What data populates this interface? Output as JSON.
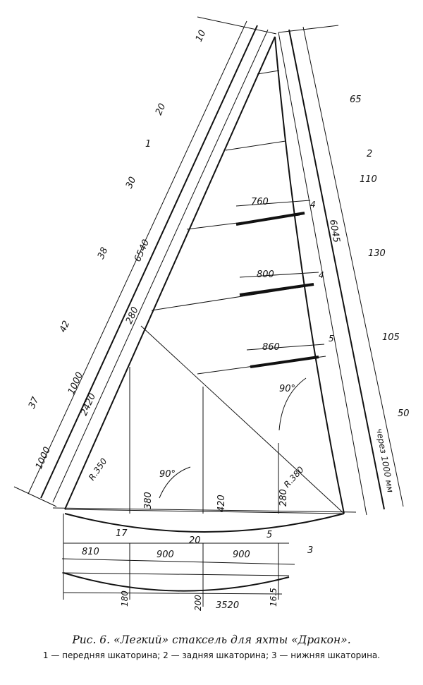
{
  "labels": {
    "num_1": "1",
    "num_2": "2",
    "num_3": "3",
    "num_4a": "4",
    "num_4b": "4",
    "num_5": "5",
    "luff_widths": [
      "10",
      "20",
      "30",
      "38",
      "42",
      "37"
    ],
    "luff_len": "6540",
    "luff_1000a": "1000",
    "luff_1000b": "1000",
    "luff_2420": "2420",
    "luff_280": "280",
    "leech_widths": [
      "65",
      "110",
      "130",
      "105",
      "50"
    ],
    "leech_len": "6045",
    "leech_note": "через 1000 мм",
    "batten_760": "760",
    "batten_800": "800",
    "batten_860": "860",
    "angle_a": "90°",
    "angle_b": "90°",
    "r350": "R.350",
    "r380": "R.380",
    "foot_380": "380",
    "foot_420": "420",
    "foot_280": "280",
    "foot_17": "17",
    "foot_20": "20",
    "foot_5": "5",
    "foot_810": "810",
    "foot_900a": "900",
    "foot_900b": "900",
    "foot_180": "180",
    "foot_200": "200",
    "foot_165": "16.5",
    "foot_3520": "3520"
  },
  "caption": {
    "title": "Рис. 6. «Легкий» стаксель для яхты «Дракон».",
    "note": "1 — передняя шкаторина; 2 — задняя шкаторина; 3 — нижняя шкаторина."
  }
}
